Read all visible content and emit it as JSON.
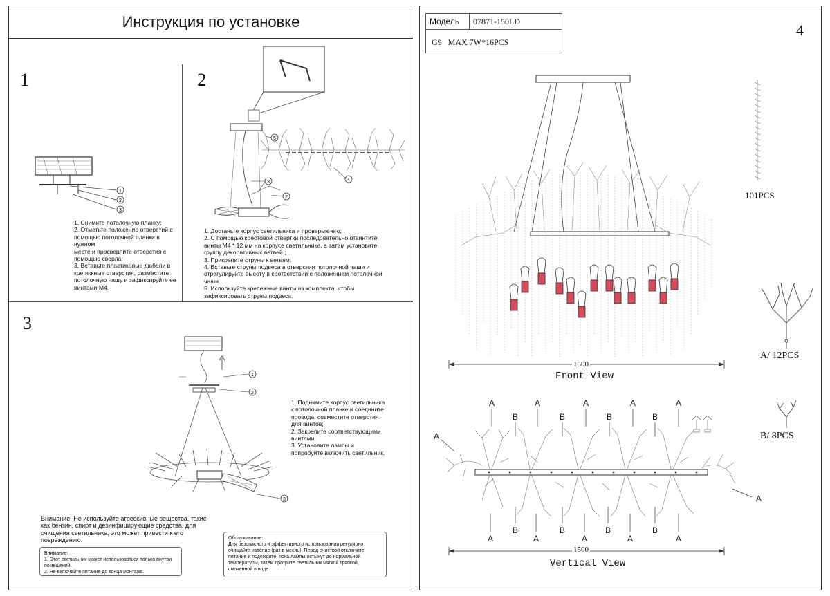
{
  "left_sheet": {
    "title": "Инструкция по установке",
    "step1": {
      "number": "1",
      "callouts": [
        "1",
        "2",
        "3"
      ],
      "text": "1. Снимите потолочную планку;\n2. Отметьте положение отверстий с помощью потолочной планки в нужном\nместе и просверлите отверстия с помощью сверла;\n3. Вставьте пластиковые дюбели в крепежные отверстия, разместите потолочную чашу и зафиксируйте ее винтами M4."
    },
    "step2": {
      "number": "2",
      "callouts": [
        "5",
        "3",
        "2",
        "4"
      ],
      "text": "1. Достаньте корпус светильника и проверьте его;\n2. С помощью крестовой отвертки последовательно отвинтите винты M4 * 12 мм на корпусе светильника, а затем установите группу декоративных ветвей ;\n3. Прикрепите струны к ветвям.\n4. Вставьте струны подвеса в отверстия потолочной чаши и отрегулируйте высоту в соответствии с положением потолочной чаши.\n5. Используйте крепежные винты из комплекта, чтобы зафиксировать струны подвеса."
    },
    "step3": {
      "number": "3",
      "callouts": [
        "1",
        "2",
        "3"
      ],
      "text": "1. Поднимите корпус светильника к потолочной планке и соедините провода, совместите отверстия для винтов;\n2. Закрепите соответствующими винтами;\n3. Установите лампы и попробуйте включить светильник."
    },
    "warning_main": "Внимание! Не используйте агрессивные вещества, такие как бензин, спирт и дезинфицирующие средства, для очищения светильника, это может привести к его повреждению.",
    "note_box": {
      "title": "Внимание:",
      "lines": "1. Этот светильник может использоваться только внутри помещений.\n2. Не включайте питание до конца монтажа."
    },
    "service_box": {
      "title": "Обслуживание:",
      "lines": "Для безопасного и эффективного использования регулярно очищайте изделие (раз в месяц). Перед очисткой отключите питание и подождите, пока лампы остынут до нормальной температуры, затем протрите светильник мягкой тряпкой, смоченной в воде."
    }
  },
  "right_sheet": {
    "page_number": "4",
    "spec_table": {
      "model_label": "Модель",
      "model_value": "07871-150LD",
      "lamp_spec": "G9   MAX 7W*16PCS"
    },
    "front_view": {
      "dimension": "1500",
      "label": "Front View"
    },
    "vertical_view": {
      "dimension": "1500",
      "label": "Vertical View",
      "marker_a": "A",
      "marker_b": "B"
    },
    "parts": [
      {
        "label": "101PCS"
      },
      {
        "label": "A/ 12PCS"
      },
      {
        "label": "B/ 8PCS"
      }
    ]
  }
}
